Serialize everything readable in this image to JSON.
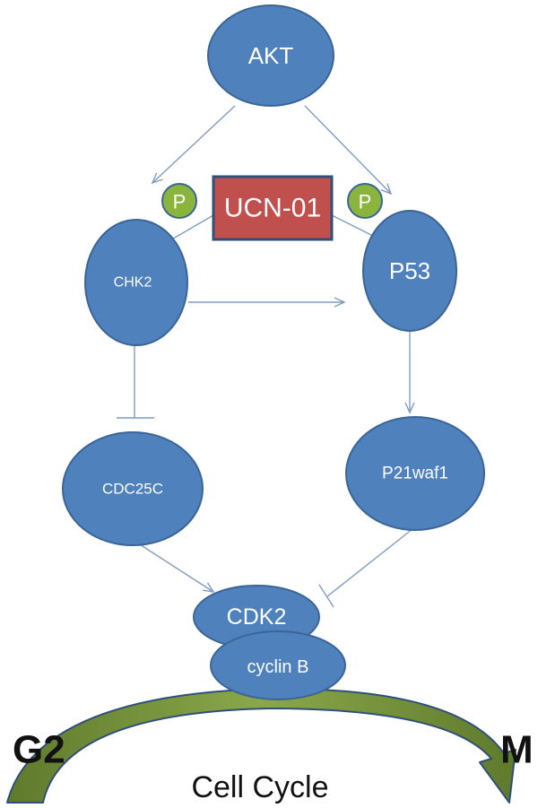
{
  "nodes": {
    "akt": "AKT",
    "chk2": "CHK2",
    "p53": "P53",
    "cdc25c": "CDC25C",
    "p21": "P21waf1",
    "cdk2": "CDK2",
    "cyclin_b": "cyclin B"
  },
  "drug": "UCN-01",
  "phospho": {
    "left": "P",
    "right": "P"
  },
  "cycle": {
    "start_phase": "G2",
    "end_phase": "M",
    "label": "Cell Cycle"
  },
  "colors": {
    "node_fill": "#4f81bd",
    "drug_fill": "#c0504d",
    "phospho_fill": "#8ab43c",
    "arrow_fill": "#76923c"
  }
}
